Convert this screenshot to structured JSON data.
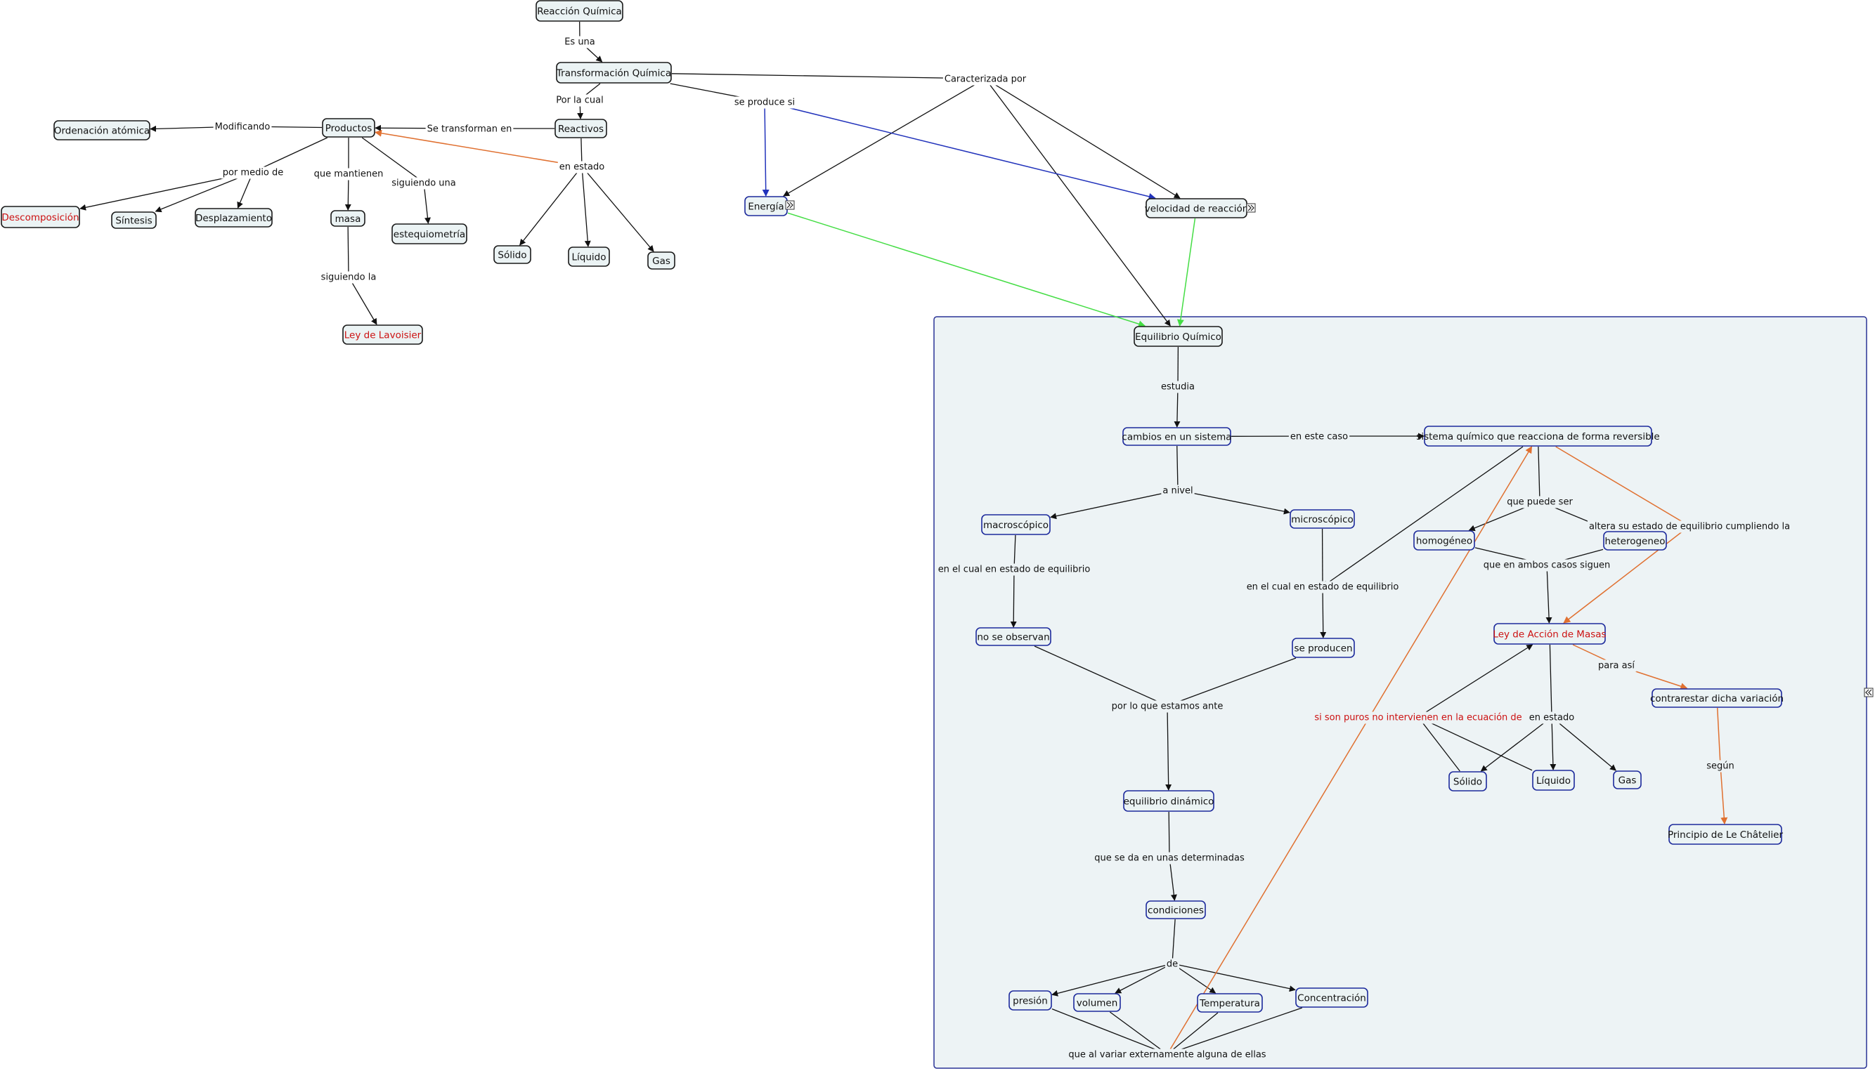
{
  "colors": {
    "node_fill": "#ebf3f4",
    "node_stroke_dark": "#1a1a1a",
    "node_stroke_blue": "#1d2a9c",
    "frame_fill": "#edf3f5",
    "frame_stroke": "#2a3396",
    "edge_black": "#111111",
    "edge_orange": "#e07030",
    "edge_green": "#44dd44",
    "edge_blue": "#2233bb",
    "text_red": "#cc1111"
  },
  "nodes": {
    "reaccion_quimica": "Reacción Química",
    "transformacion_quimica": "Transformación Química",
    "reactivos": "Reactivos",
    "productos": "Productos",
    "ordenacion_atomica": "Ordenación atómica",
    "descomposicion": "Descomposición",
    "sintesis": "Síntesis",
    "desplazamiento": "Desplazamiento",
    "masa": "masa",
    "estequiometria": "estequiometría",
    "ley_lavoisier": "Ley de Lavoisier",
    "solido_1": "Sólido",
    "liquido_1": "Líquido",
    "gas_1": "Gas",
    "energia": "Energía",
    "velocidad_reaccion": "velocidad de reacción",
    "equilibrio_quimico": "Equilibrio Químico",
    "cambios_sistema": "cambios en un sistema",
    "sistema_reversible": "sistema químico que reacciona de forma reversible",
    "macroscopico": "macroscópico",
    "microscopico": "microscópico",
    "homogeneo": "homogéneo",
    "heterogeneo": "heterogeneo",
    "no_se_observan": "no se observan",
    "se_producen": "se producen",
    "ley_accion_masas": "Ley de Acción de Masas",
    "contrarestar": "contrarestar dicha variación",
    "principio_chatelier": "Principio de Le Châtelier",
    "solido_2": "Sólido",
    "liquido_2": "Líquido",
    "gas_2": "Gas",
    "equilibrio_dinamico": "equilibrio dinámico",
    "condiciones": "condiciones",
    "presion": "presión",
    "volumen": "volumen",
    "temperatura": "Temperatura",
    "concentracion": "Concentración"
  },
  "linking_phrases": {
    "es_una": "Es una",
    "por_la_cual": "Por la cual",
    "caracterizada_por": "Caracterizada por",
    "se_produce_si": "se produce si",
    "modificando": "Modificando",
    "se_transforman_en": "Se transforman en",
    "por_medio_de": "por medio de",
    "que_mantienen": "que mantienen",
    "siguiendo_una": "siguiendo una",
    "en_estado_1": "en estado",
    "siguiendo_la": "siguiendo la",
    "estudia": "estudia",
    "en_este_caso": "en este caso",
    "a_nivel": "a nivel",
    "que_puede_ser": "que puede ser",
    "altera": "altera su estado de equilibrio cumpliendo la",
    "en_el_cual_1": "en el cual en estado de equilibrio",
    "en_el_cual_2": "en el cual en estado de equilibrio",
    "ambos_casos": "que en ambos casos siguen",
    "para_asi": "para así",
    "por_lo_que": "por lo que estamos ante",
    "si_son_puros": "si son puros no intervienen en la ecuación de",
    "en_estado_2": "en estado",
    "segun": "según",
    "que_se_da": "que se da en unas determinadas",
    "de": "de",
    "al_variar": "que al variar externamente alguna de ellas"
  }
}
